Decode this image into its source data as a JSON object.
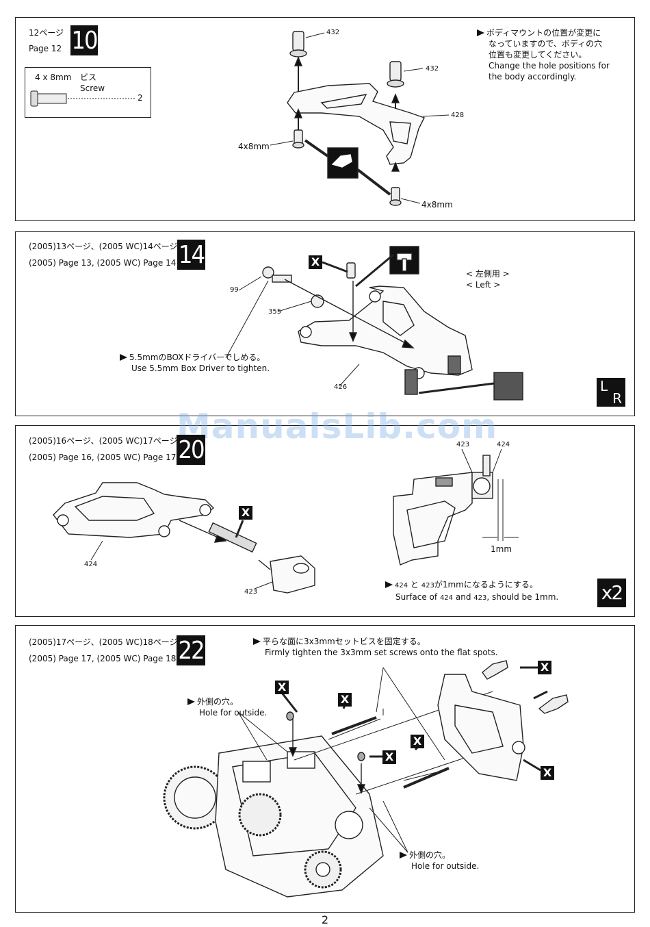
{
  "page_number": "2",
  "watermark": "ManualsLib.com",
  "step10": {
    "step": "10",
    "ref_jp": "12ページ",
    "ref_en": "Page 12",
    "part_size": "4 x 8mm",
    "part_jp": "ビス",
    "part_en": "Screw",
    "part_qty": "2",
    "note_jp_1": "ボディマウントの位置が変更に",
    "note_jp_2": "なっていますので、ボディの穴",
    "note_jp_3": "位置も変更してください。",
    "note_en_1": "Change the hole positions for",
    "note_en_2": "the body accordingly.",
    "label_4x8_left": "4x8mm",
    "label_4x8_right": "4x8mm",
    "callouts": [
      "432",
      "432",
      "428"
    ]
  },
  "step14": {
    "step": "14",
    "ref_jp": "(2005)13ページ、(2005 WC)14ページ",
    "ref_en": "(2005) Page 13, (2005 WC) Page 14",
    "side_jp": "< 左側用 >",
    "side_en": "< Left >",
    "note_jp": "5.5mmのBOXドライバーでしめる。",
    "note_en": "Use 5.5mm Box Driver to tighten.",
    "x_label": "X",
    "callouts": [
      "99",
      "355",
      "426"
    ],
    "lr_badge": "L/R"
  },
  "step20": {
    "step": "20",
    "ref_jp": "(2005)16ページ、(2005 WC)17ページ",
    "ref_en": "(2005) Page 16, (2005 WC) Page 17",
    "x_label": "X",
    "callouts": [
      "424",
      "423",
      "423",
      "424"
    ],
    "dim_label": "1mm",
    "note_jp_pre": "と",
    "note_jp_post": "が1mmになるようにする。",
    "note_en_pre": "Surface of",
    "note_en_mid": "and",
    "note_en_post": ", should be 1mm.",
    "note_n1": "424",
    "note_n2": "423",
    "qty": "x2"
  },
  "step22": {
    "step": "22",
    "ref_jp": "(2005)17ページ、(2005 WC)18ページ",
    "ref_en": "(2005) Page 17, (2005 WC) Page 18",
    "note_jp": "平らな面に3x3mmセットビスを固定する。",
    "note_en": "Firmly tighten the 3x3mm set screws onto the flat spots.",
    "hole_jp_1": "外側の穴。",
    "hole_en_1": "Hole for outside.",
    "hole_jp_2": "外側の穴。",
    "hole_en_2": "Hole for outside.",
    "x_label": "X"
  }
}
